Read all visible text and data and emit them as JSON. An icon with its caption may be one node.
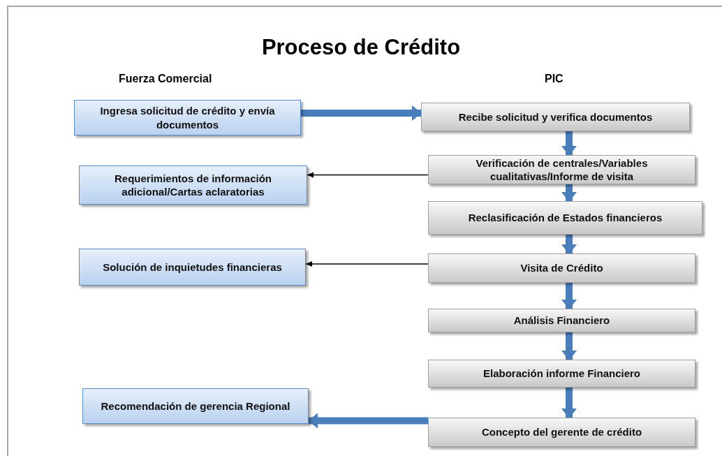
{
  "diagram": {
    "title": "Proceso de Crédito",
    "nodes": [
      {
        "text": [
          "Ingresa solicitud de crédito y envía documentos"
        ]
      },
      {
        "text": [
          "Recibe solicitud y verifica documentos"
        ]
      },
      {
        "text": [
          "Verificación de centrales/Variables cualitativas/Informe de visita"
        ]
      },
      {
        "text": [
          "Requerimientos de información adicional/Cartas aclaratorias"
        ]
      },
      {
        "text": [
          "Reclasificación de Estados financieros"
        ]
      },
      {
        "text": [
          "Solución de inquietudes financieras"
        ]
      },
      {
        "text": [
          "Visita de Crédito"
        ]
      },
      {
        "text": [
          "Análisis Financiero"
        ]
      },
      {
        "text": [
          "Elaboración informe Financiero"
        ]
      },
      {
        "text": [
          "Recomendación de gerencia Regional"
        ]
      },
      {
        "text": [
          "Concepto del gerente de crédito"
        ]
      }
    ],
    "edges": [
      {
        "from": 0,
        "to": 1,
        "arrow": "to"
      },
      {
        "from": 1,
        "to": 2,
        "arrow": "to"
      },
      {
        "from": 2,
        "to": 4,
        "arrow": "to"
      },
      {
        "from": 4,
        "to": 6,
        "arrow": "to"
      },
      {
        "from": 6,
        "to": 7,
        "arrow": "to"
      },
      {
        "from": 7,
        "to": 8,
        "arrow": "to"
      },
      {
        "from": 8,
        "to": 10,
        "arrow": "to"
      },
      {
        "from": 2,
        "to": 3,
        "arrow": "to",
        "color": "#000000"
      },
      {
        "from": 6,
        "to": 5,
        "arrow": "to",
        "color": "#000000"
      },
      {
        "from": 10,
        "to": 9,
        "arrow": "to"
      }
    ],
    "labels": [
      "Fuerza Comercial",
      "PIC"
    ]
  }
}
